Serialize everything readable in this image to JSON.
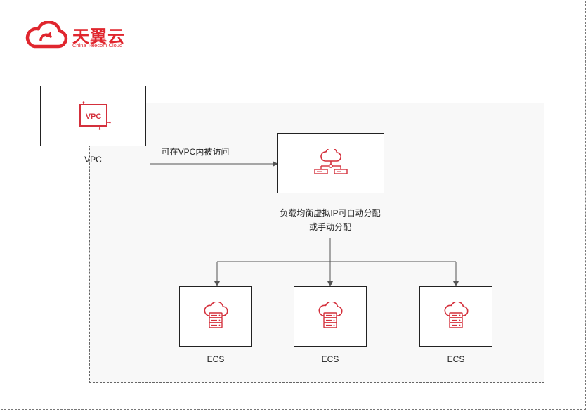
{
  "brand": {
    "name_cn": "天翼云",
    "name_en": "China Telecom Cloud",
    "color": "#e0262e"
  },
  "colors": {
    "accent": "#d4303c",
    "edge": "#555555",
    "region_fill": "#f8f8f8"
  },
  "nodes": {
    "vpc": {
      "icon": "vpc-icon",
      "icon_text": "VPC",
      "label": "VPC"
    },
    "elb": {
      "icon": "load-balancer-icon"
    },
    "ecs": [
      {
        "icon": "ecs-server-icon",
        "label": "ECS"
      },
      {
        "icon": "ecs-server-icon",
        "label": "ECS"
      },
      {
        "icon": "ecs-server-icon",
        "label": "ECS"
      }
    ]
  },
  "edges": {
    "vpc_to_elb_label": "可在VPC内被访问"
  },
  "annotations": {
    "elb_ip_line1": "负载均衡虚拟IP可自动分配",
    "elb_ip_line2": "或手动分配"
  }
}
